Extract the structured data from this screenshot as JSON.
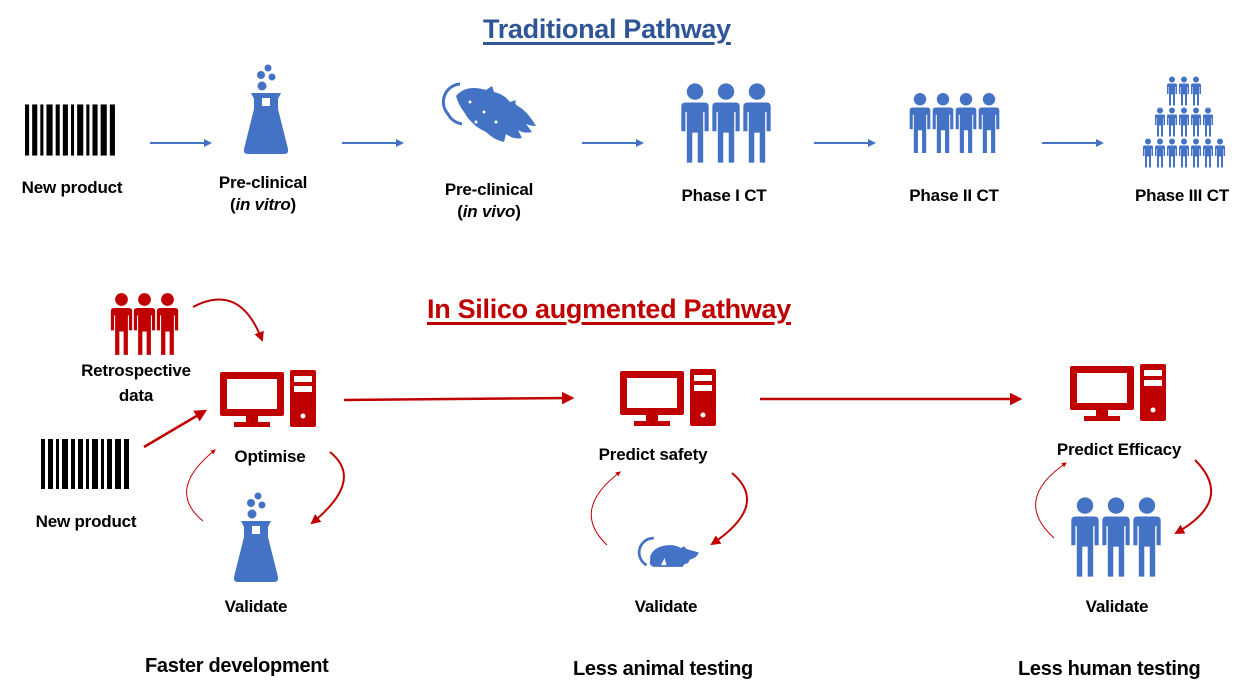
{
  "colors": {
    "traditional": "#4472c4",
    "traditional_title": "#2f5597",
    "in_silico": "#c00000",
    "text": "#000000"
  },
  "traditional": {
    "title": "Traditional Pathway",
    "steps": [
      {
        "icon": "barcode-icon",
        "label": "New product"
      },
      {
        "icon": "flask-icon",
        "label": "Pre-clinical",
        "sub_prefix": "(",
        "sub_italic": "in vitro",
        "sub_suffix": ")"
      },
      {
        "icon": "rat-icon",
        "label": "Pre-clinical",
        "sub_prefix": "(",
        "sub_italic": "in vivo",
        "sub_suffix": ")"
      },
      {
        "icon": "group-of-three-people-icon",
        "label": "Phase I CT"
      },
      {
        "icon": "group-of-four-people-icon",
        "label": "Phase II CT"
      },
      {
        "icon": "crowd-pyramid-icon",
        "label": "Phase III CT"
      }
    ]
  },
  "in_silico": {
    "title": "In Silico augmented Pathway",
    "inputs": [
      {
        "icon": "people-icon",
        "label_line1": "Retrospective",
        "label_line2": "data"
      },
      {
        "icon": "barcode-icon",
        "label": "New product"
      }
    ],
    "stages": [
      {
        "computer_label": "Optimise",
        "validate_icon": "flask-icon",
        "validate_label": "Validate",
        "outcome": "Faster development"
      },
      {
        "computer_label": "Predict safety",
        "validate_icon": "rat-icon",
        "validate_label": "Validate",
        "outcome": "Less animal testing"
      },
      {
        "computer_label": "Predict Efficacy",
        "validate_icon": "people-icon",
        "validate_label": "Validate",
        "outcome": "Less human testing"
      }
    ]
  }
}
